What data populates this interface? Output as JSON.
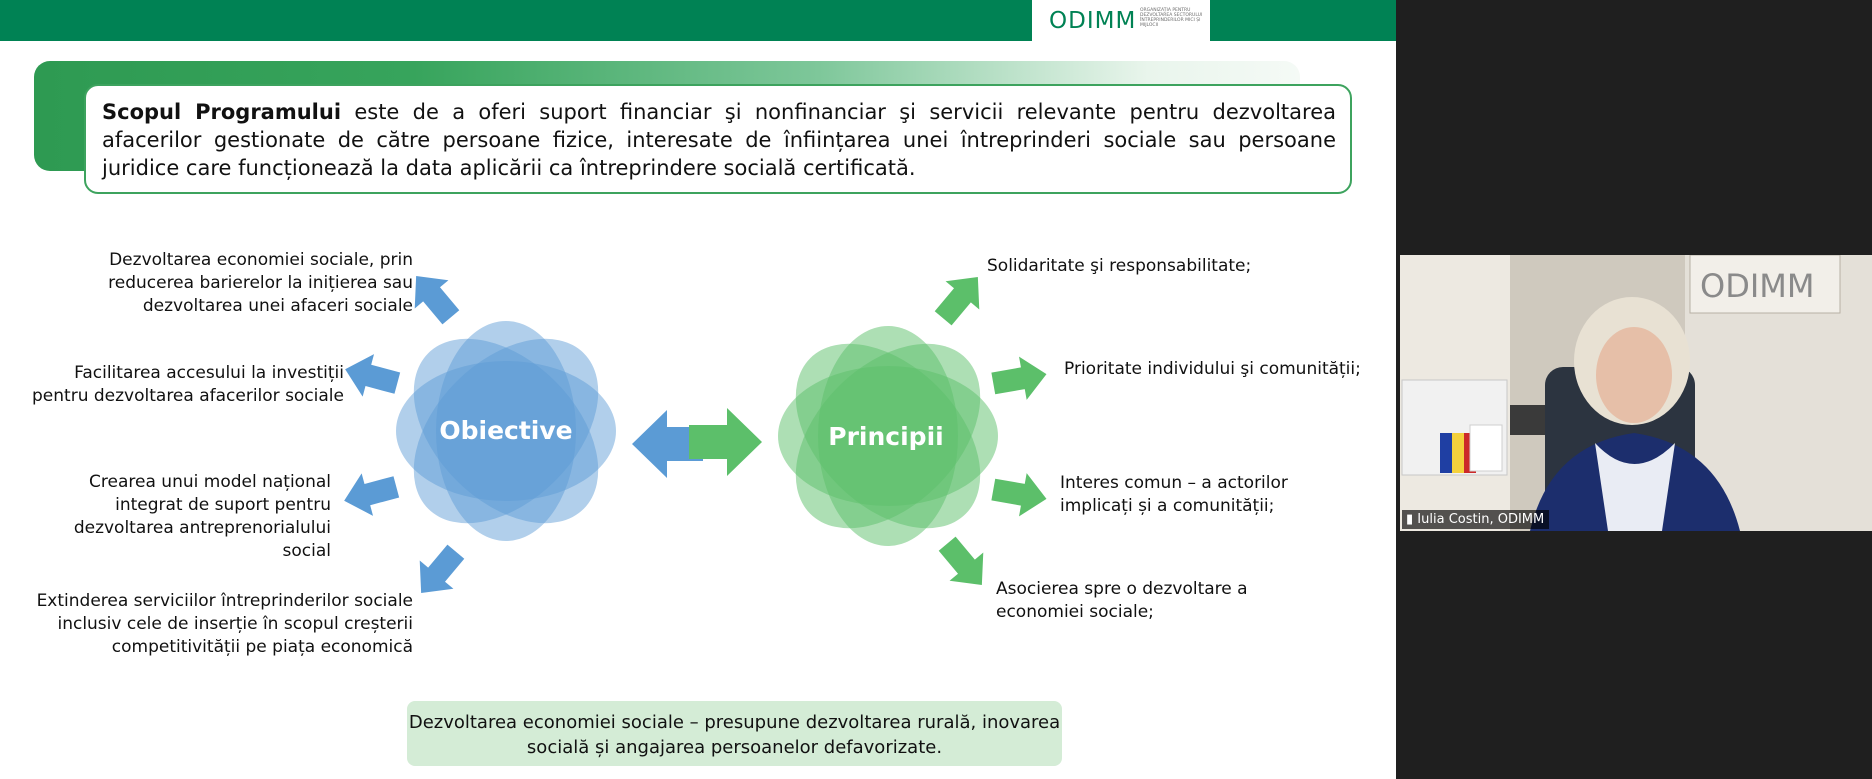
{
  "slide": {
    "logo": {
      "name": "ODIMM",
      "subtitle": "ORGANIZAȚIA PENTRU DEZVOLTAREA SECTORULUI ÎNTREPRINDERILOR MICI ȘI MIJLOCII"
    },
    "purpose": {
      "bold": "Scopul Programului",
      "text": " este de a oferi suport financiar şi nonfinanciar şi servicii relevante pentru dezvoltarea afacerilor gestionate de către persoane fizice, interesate de înființarea unei întreprinderi sociale sau persoane juridice care funcționează la data aplicării ca întreprindere socială certificată."
    },
    "objectives": {
      "title": "Obiective",
      "items": [
        "Dezvoltarea economiei sociale, prin reducerea barierelor la inițierea sau dezvoltarea unei afaceri sociale",
        "Facilitarea accesului la investiții pentru dezvoltarea afacerilor sociale",
        "Crearea unui model național integrat de suport pentru dezvoltarea antreprenorialului social",
        "Extinderea serviciilor întreprinderilor sociale inclusiv cele de inserție în scopul creșterii competitivității pe piața economică"
      ]
    },
    "principles": {
      "title": "Principii",
      "items": [
        "Solidaritate şi responsabilitate;",
        "Prioritate individului şi comunității;",
        "Interes comun – a actorilor implicați și a comunității;",
        "Asocierea spre o dezvoltare a economiei sociale;"
      ]
    },
    "bottom_note": "Dezvoltarea economiei  sociale  –  presupune  dezvoltarea rurală, inovarea socială și  angajarea persoanelor  defavorizate.",
    "colors": {
      "brand_green": "#008254",
      "blue": "#5b9bd5",
      "green": "#5cbf6a"
    }
  },
  "video": {
    "participant_name": "Iulia Costin, ODIMM",
    "background_logo": "ODIMM"
  }
}
